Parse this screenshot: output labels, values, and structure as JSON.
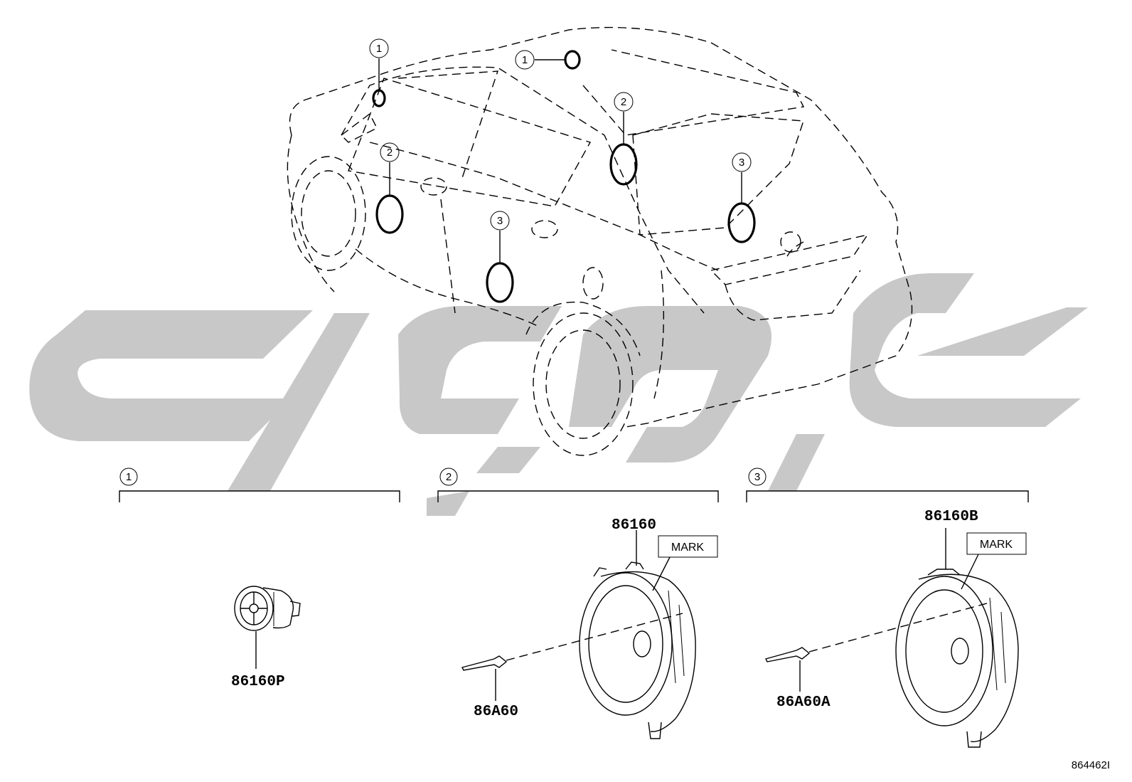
{
  "callouts": {
    "one": "1",
    "two": "2",
    "three": "3"
  },
  "groups": [
    {
      "number": "1",
      "parts": [
        "86160P"
      ]
    },
    {
      "number": "2",
      "parts": [
        "86160",
        "86A60"
      ],
      "mark": "MARK"
    },
    {
      "number": "3",
      "parts": [
        "86160B",
        "86A60A"
      ],
      "mark": "MARK"
    }
  ],
  "parts": {
    "tweeter": "86160P",
    "front_speaker": "86160",
    "front_clip": "86A60",
    "rear_speaker": "86160B",
    "rear_clip": "86A60A"
  },
  "mark_label": "MARK",
  "diagram_code": "864462I",
  "watermark": "logo",
  "colors": {
    "line": "#000000",
    "watermark": "#c8c8c8",
    "background": "#ffffff"
  }
}
